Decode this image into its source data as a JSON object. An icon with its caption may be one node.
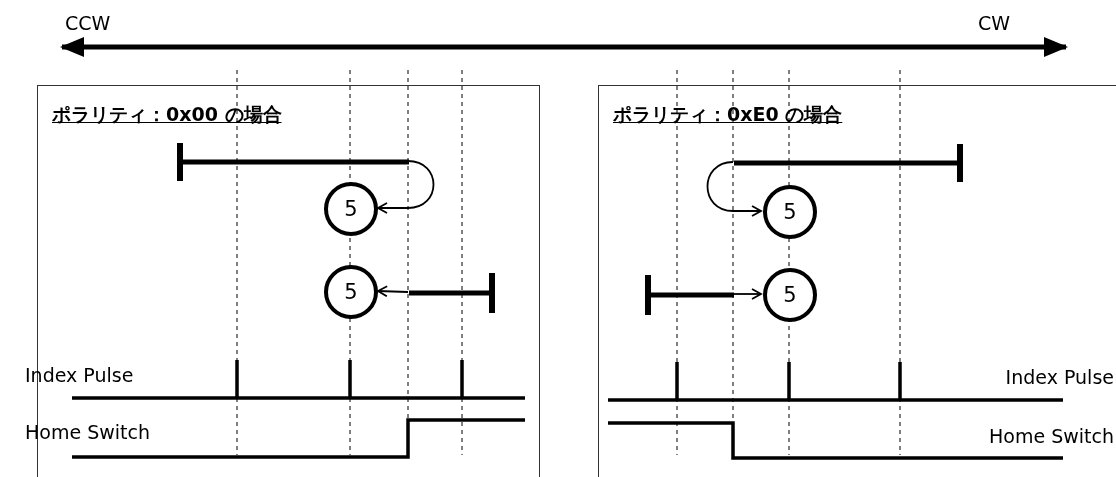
{
  "diagram": {
    "nodes": [
      {
        "text": [
          "ポラリティ：0x00 の場合"
        ]
      },
      {
        "text": [],
        "shape": "bar",
        "in": 0
      },
      {
        "text": [
          "5"
        ],
        "in": 0
      },
      {
        "text": [
          "5"
        ],
        "in": 0
      },
      {
        "text": [],
        "shape": "bar",
        "in": 0
      },
      {
        "text": [
          "ポラリティ：0xE0 の場合"
        ]
      },
      {
        "text": [],
        "shape": "bar",
        "in": 5
      },
      {
        "text": [
          "5"
        ],
        "in": 5
      },
      {
        "text": [],
        "shape": "bar",
        "in": 5
      },
      {
        "text": [
          "5"
        ],
        "in": 5
      }
    ],
    "edges": [
      {
        "from": 1,
        "to": 2,
        "arrow": "to"
      },
      {
        "from": 4,
        "to": 3,
        "arrow": "to"
      },
      {
        "from": 6,
        "to": 7,
        "arrow": "to"
      },
      {
        "from": 8,
        "to": 9,
        "arrow": "to"
      }
    ],
    "labels": [
      "CCW",
      "CW",
      "Index Pulse",
      "Home Switch",
      "Index Pulse",
      "Home Switch"
    ]
  }
}
